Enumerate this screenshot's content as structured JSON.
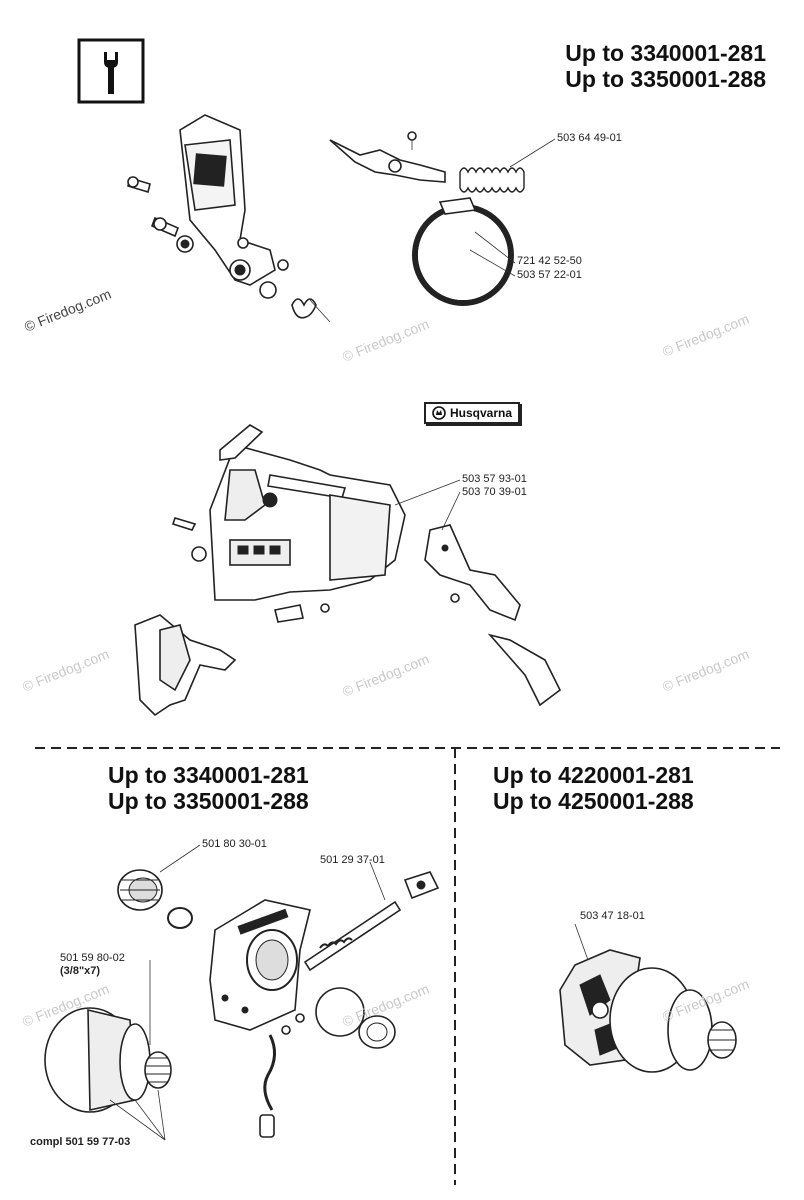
{
  "headers": {
    "top_line1": "Up to 3340001-281",
    "top_line2": "Up to 3350001-288",
    "left_line1": "Up to 3340001-281",
    "left_line2": "Up to 3350001-288",
    "right_line1": "Up to 4220001-281",
    "right_line2": "Up to 4250001-288"
  },
  "logo": {
    "text": "Husqvarna"
  },
  "parts_top": [
    "503 64 49-01",
    "721 42 52-50",
    "503 57 22-01"
  ],
  "parts_middle": [
    "503 57 93-01",
    "503 70 39-01"
  ],
  "parts_bottom_left": [
    "501 80 30-01",
    "501 29 37-01",
    "501 59 80-02",
    "(3/8\"x7)"
  ],
  "compl": "compl 501 59 77-03",
  "parts_bottom_right": [
    "503 47 18-01"
  ],
  "watermark": "© Firedog.com",
  "icons": {
    "tool": "wrench-icon"
  }
}
